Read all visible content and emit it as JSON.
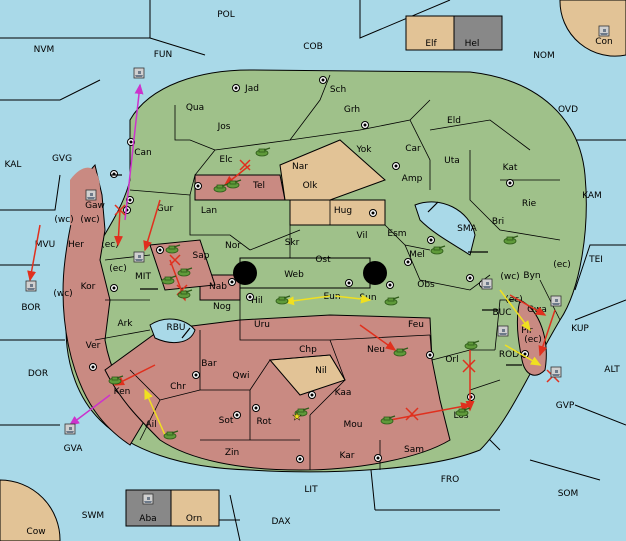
{
  "colors": {
    "sea": "#a9d9e8",
    "green": "#9fc18a",
    "red": "#c98a82",
    "tan": "#e2c396",
    "border": "#000000",
    "gray": "#888888",
    "move_red": "#e0301e",
    "move_yellow": "#f0e020",
    "move_magenta": "#cc33cc"
  },
  "seas": [
    {
      "name": "POL",
      "label": "POL"
    },
    {
      "name": "NVM",
      "label": "NVM"
    },
    {
      "name": "FUN",
      "label": "FUN"
    },
    {
      "name": "COB",
      "label": "COB"
    },
    {
      "name": "NOM",
      "label": "NOM"
    },
    {
      "name": "OVD",
      "label": "OVD"
    },
    {
      "name": "KAL",
      "label": "KAL"
    },
    {
      "name": "GVG",
      "label": "GVG"
    },
    {
      "name": "KAM",
      "label": "KAM"
    },
    {
      "name": "MVU",
      "label": "MVU"
    },
    {
      "name": "BOR",
      "label": "BOR"
    },
    {
      "name": "TEI",
      "label": "TEI"
    },
    {
      "name": "MIT",
      "label": "MIT"
    },
    {
      "name": "SMA",
      "label": "SMA"
    },
    {
      "name": "RBU",
      "label": "RBU"
    },
    {
      "name": "BUC",
      "label": "BUC"
    },
    {
      "name": "KUP",
      "label": "KUP"
    },
    {
      "name": "ROD",
      "label": "ROD"
    },
    {
      "name": "DOR",
      "label": "DOR"
    },
    {
      "name": "ALT",
      "label": "ALT"
    },
    {
      "name": "GVP",
      "label": "GVP"
    },
    {
      "name": "GVA",
      "label": "GVA"
    },
    {
      "name": "FRO",
      "label": "FRO"
    },
    {
      "name": "SOM",
      "label": "SOM"
    },
    {
      "name": "LIT",
      "label": "LIT"
    },
    {
      "name": "SWM",
      "label": "SWM"
    },
    {
      "name": "DAX",
      "label": "DAX"
    }
  ],
  "land": [
    {
      "name": "Jad",
      "label": "Jad"
    },
    {
      "name": "Sch",
      "label": "Sch"
    },
    {
      "name": "Qua",
      "label": "Qua"
    },
    {
      "name": "Jos",
      "label": "Jos"
    },
    {
      "name": "Grh",
      "label": "Grh"
    },
    {
      "name": "Eld",
      "label": "Eld"
    },
    {
      "name": "Can",
      "label": "Can"
    },
    {
      "name": "Yok",
      "label": "Yok"
    },
    {
      "name": "Car",
      "label": "Car"
    },
    {
      "name": "Uta",
      "label": "Uta"
    },
    {
      "name": "Kat",
      "label": "Kat"
    },
    {
      "name": "Elc",
      "label": "Elc"
    },
    {
      "name": "Nar",
      "label": "Nar"
    },
    {
      "name": "Amp",
      "label": "Amp"
    },
    {
      "name": "Tel",
      "label": "Tel"
    },
    {
      "name": "Olk",
      "label": "Olk"
    },
    {
      "name": "Gur",
      "label": "Gur"
    },
    {
      "name": "Lan",
      "label": "Lan"
    },
    {
      "name": "Hug",
      "label": "Hug"
    },
    {
      "name": "Rie",
      "label": "Rie"
    },
    {
      "name": "Bri",
      "label": "Bri"
    },
    {
      "name": "Gaw",
      "label": "Gaw"
    },
    {
      "name": "Her",
      "label": "Her"
    },
    {
      "name": "Vil",
      "label": "Vil"
    },
    {
      "name": "Esm",
      "label": "Esm"
    },
    {
      "name": "Nor",
      "label": "Nor"
    },
    {
      "name": "Skr",
      "label": "Skr"
    },
    {
      "name": "Sap",
      "label": "Sap"
    },
    {
      "name": "Ost",
      "label": "Ost"
    },
    {
      "name": "Mel",
      "label": "Mel"
    },
    {
      "name": "Byn",
      "label": "Byn"
    },
    {
      "name": "Web",
      "label": "Web"
    },
    {
      "name": "Kor",
      "label": "Kor"
    },
    {
      "name": "Obs",
      "label": "Obs"
    },
    {
      "name": "Nab",
      "label": "Nab"
    },
    {
      "name": "Hil",
      "label": "Hil"
    },
    {
      "name": "Eun",
      "label": "Eun"
    },
    {
      "name": "Sun",
      "label": "Sun"
    },
    {
      "name": "Gwa",
      "label": "Gwa"
    },
    {
      "name": "Nog",
      "label": "Nog"
    },
    {
      "name": "Pir",
      "label": "Pir"
    },
    {
      "name": "Ark",
      "label": "Ark"
    },
    {
      "name": "Uru",
      "label": "Uru"
    },
    {
      "name": "Feu",
      "label": "Feu"
    },
    {
      "name": "Ver",
      "label": "Ver"
    },
    {
      "name": "Chp",
      "label": "Chp"
    },
    {
      "name": "Neu",
      "label": "Neu"
    },
    {
      "name": "Orl",
      "label": "Orl"
    },
    {
      "name": "Bar",
      "label": "Bar"
    },
    {
      "name": "Qwi",
      "label": "Qwi"
    },
    {
      "name": "Nil",
      "label": "Nil"
    },
    {
      "name": "Chr",
      "label": "Chr"
    },
    {
      "name": "Ken",
      "label": "Ken"
    },
    {
      "name": "Kaa",
      "label": "Kaa"
    },
    {
      "name": "Sot",
      "label": "Sot"
    },
    {
      "name": "Rot",
      "label": "Rot"
    },
    {
      "name": "Ail",
      "label": "Ail"
    },
    {
      "name": "Mou",
      "label": "Mou"
    },
    {
      "name": "Los",
      "label": "Los"
    },
    {
      "name": "Sam",
      "label": "Sam"
    },
    {
      "name": "Zin",
      "label": "Zin"
    },
    {
      "name": "Kar",
      "label": "Kar"
    }
  ],
  "coast_tags": [
    "(wc)",
    "(ec)",
    "(ec)",
    "(wc)",
    "(wc)",
    "(ec)",
    "(wc)",
    "(ec)",
    "(ec)"
  ],
  "corners": {
    "con": "Con",
    "cow": "Cow",
    "elf": "Elf",
    "hel": "Hel",
    "aba": "Aba",
    "orn": "Orn"
  }
}
